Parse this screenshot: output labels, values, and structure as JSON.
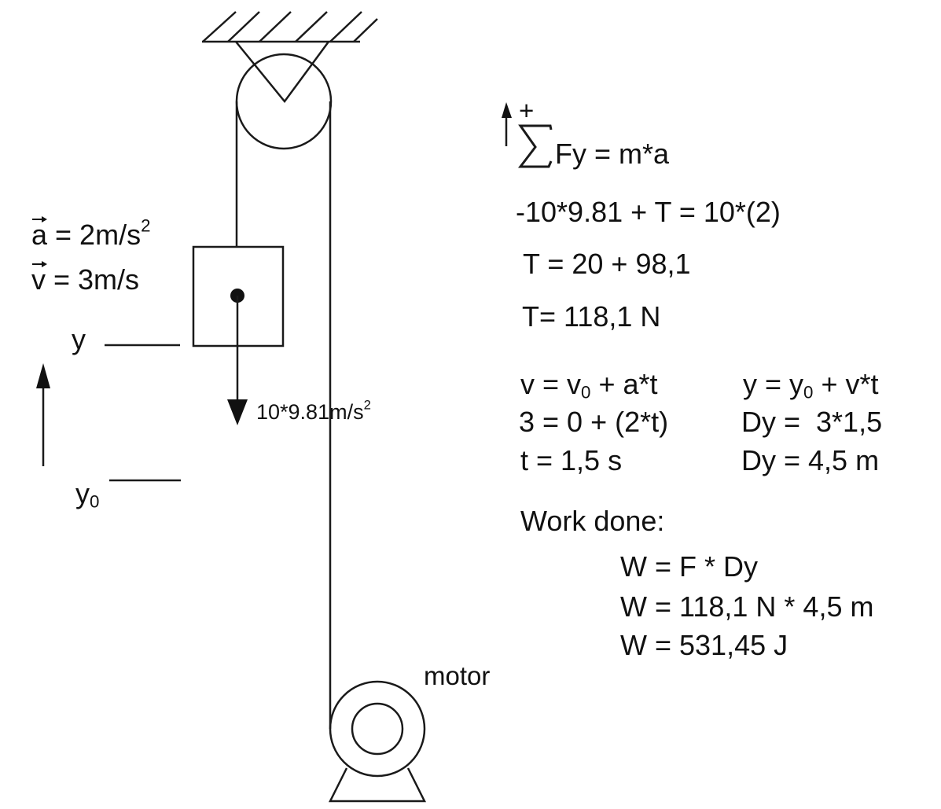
{
  "diagram": {
    "title": "Pulley and motor lifting a block",
    "labels": {
      "acceleration": {
        "symbol": "a",
        "text": " = 2m/s",
        "exp": "2"
      },
      "velocity": {
        "symbol": "v",
        "text": " = 3m/s"
      },
      "y_label": "y",
      "y0_label": {
        "base": "y",
        "sub": "0"
      },
      "weight_label": {
        "text": "10*9.81m/s",
        "exp": "2"
      },
      "motor_label": "motor"
    },
    "components": [
      "ceiling-support",
      "pulley",
      "rope",
      "block",
      "motor"
    ]
  },
  "equations": {
    "sum_forces": {
      "direction": "+",
      "text": "Fy = m*a"
    },
    "force_sub": "-10*9.81 + T = 10*(2)",
    "tension_step": "T = 20 + 98,1",
    "tension_result": "T= 118,1 N",
    "kinematics_left": [
      {
        "pre": "v = v",
        "sub": "0",
        "post": " + a*t"
      },
      {
        "pre": "3 = 0 + (2*t)",
        "sub": "",
        "post": ""
      },
      {
        "pre": "t = 1,5 s",
        "sub": "",
        "post": ""
      }
    ],
    "kinematics_right": [
      {
        "pre": "y = y",
        "sub": "0",
        "post": " + v*t"
      },
      {
        "pre": "Dy =  3*1,5",
        "sub": "",
        "post": ""
      },
      {
        "pre": "Dy = 4,5 m",
        "sub": "",
        "post": ""
      }
    ],
    "work_heading": "Work done:",
    "work_lines": [
      "W = F * Dy",
      "W = 118,1 N * 4,5 m",
      "W = 531,45 J"
    ]
  }
}
